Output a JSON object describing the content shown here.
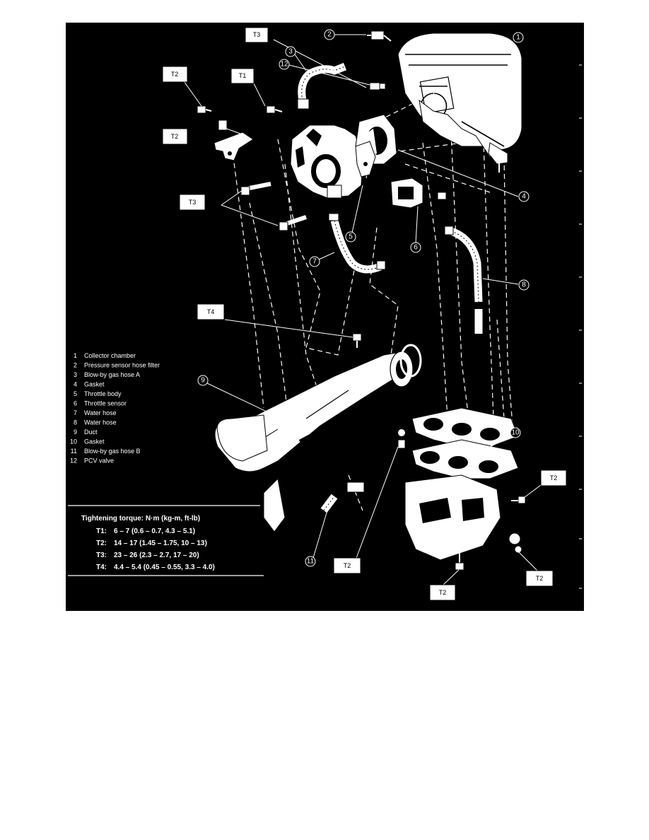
{
  "callouts": {
    "c1": "1",
    "c2": "2",
    "c3": "3",
    "c4": "4",
    "c5": "5",
    "c6": "6",
    "c7": "7",
    "c8": "8",
    "c9": "9",
    "c10": "10",
    "c11": "11",
    "c12": "12"
  },
  "torque_tags": {
    "t3_top": "T3",
    "t1": "T1",
    "t2_a": "T2",
    "t2_b": "T2",
    "t3_mid": "T3",
    "t4": "T4",
    "t2_right": "T2",
    "t2_bottom_left": "T2",
    "t2_bottom_mid": "T2",
    "t2_bottom_right": "T2"
  },
  "legend": [
    {
      "num": "1",
      "text": "Collector chamber"
    },
    {
      "num": "2",
      "text": "Pressure sensor hose filter"
    },
    {
      "num": "3",
      "text": "Blow-by gas hose A"
    },
    {
      "num": "4",
      "text": "Gasket"
    },
    {
      "num": "5",
      "text": "Throttle body"
    },
    {
      "num": "6",
      "text": "Throttle sensor"
    },
    {
      "num": "7",
      "text": "Water hose"
    },
    {
      "num": "8",
      "text": "Water hose"
    },
    {
      "num": "9",
      "text": "Duct"
    },
    {
      "num": "10",
      "text": "Gasket"
    },
    {
      "num": "11",
      "text": "Blow-by gas hose B"
    },
    {
      "num": "12",
      "text": "PCV valve"
    }
  ],
  "torque": {
    "title": "Tightening torque:  N·m (kg-m, ft-lb)",
    "rows": [
      {
        "tag": "T1:",
        "value": "6 – 7 (0.6 – 0.7, 4.3 – 5.1)"
      },
      {
        "tag": "T2:",
        "value": "14 – 17 (1.45 – 1.75, 10 – 13)"
      },
      {
        "tag": "T3:",
        "value": "23 – 26 (2.3 – 2.7, 17 – 20)"
      },
      {
        "tag": "T4:",
        "value": "4.4 – 5.4 (0.45 – 0.55, 3.3 – 4.0)"
      }
    ]
  }
}
